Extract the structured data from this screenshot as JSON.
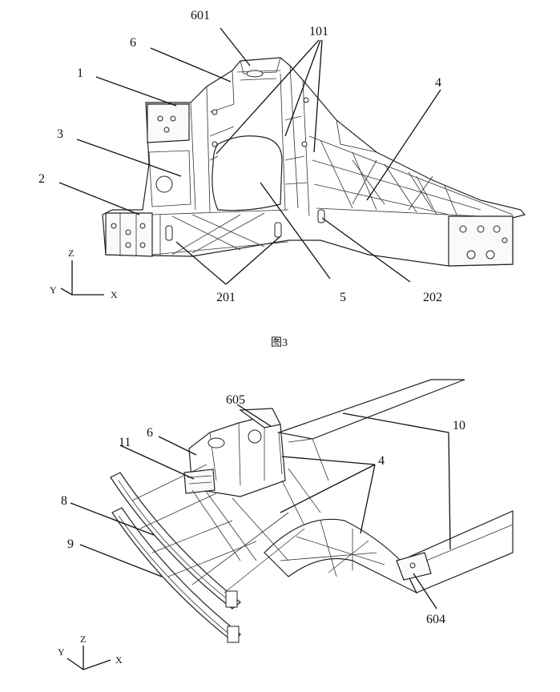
{
  "figure3": {
    "caption": "图3",
    "labels": {
      "l601": "601",
      "l6": "6",
      "l101": "101",
      "l1": "1",
      "l4": "4",
      "l3": "3",
      "l2": "2",
      "l201": "201",
      "l5": "5",
      "l202": "202"
    },
    "axes": {
      "z": "Z",
      "y": "Y",
      "x": "X"
    }
  },
  "figure4": {
    "labels": {
      "l605": "605",
      "l10": "10",
      "l6": "6",
      "l11": "11",
      "l4": "4",
      "l8": "8",
      "l9": "9",
      "l604": "604"
    },
    "axes": {
      "z": "Z",
      "y": "Y",
      "x": "X"
    }
  }
}
